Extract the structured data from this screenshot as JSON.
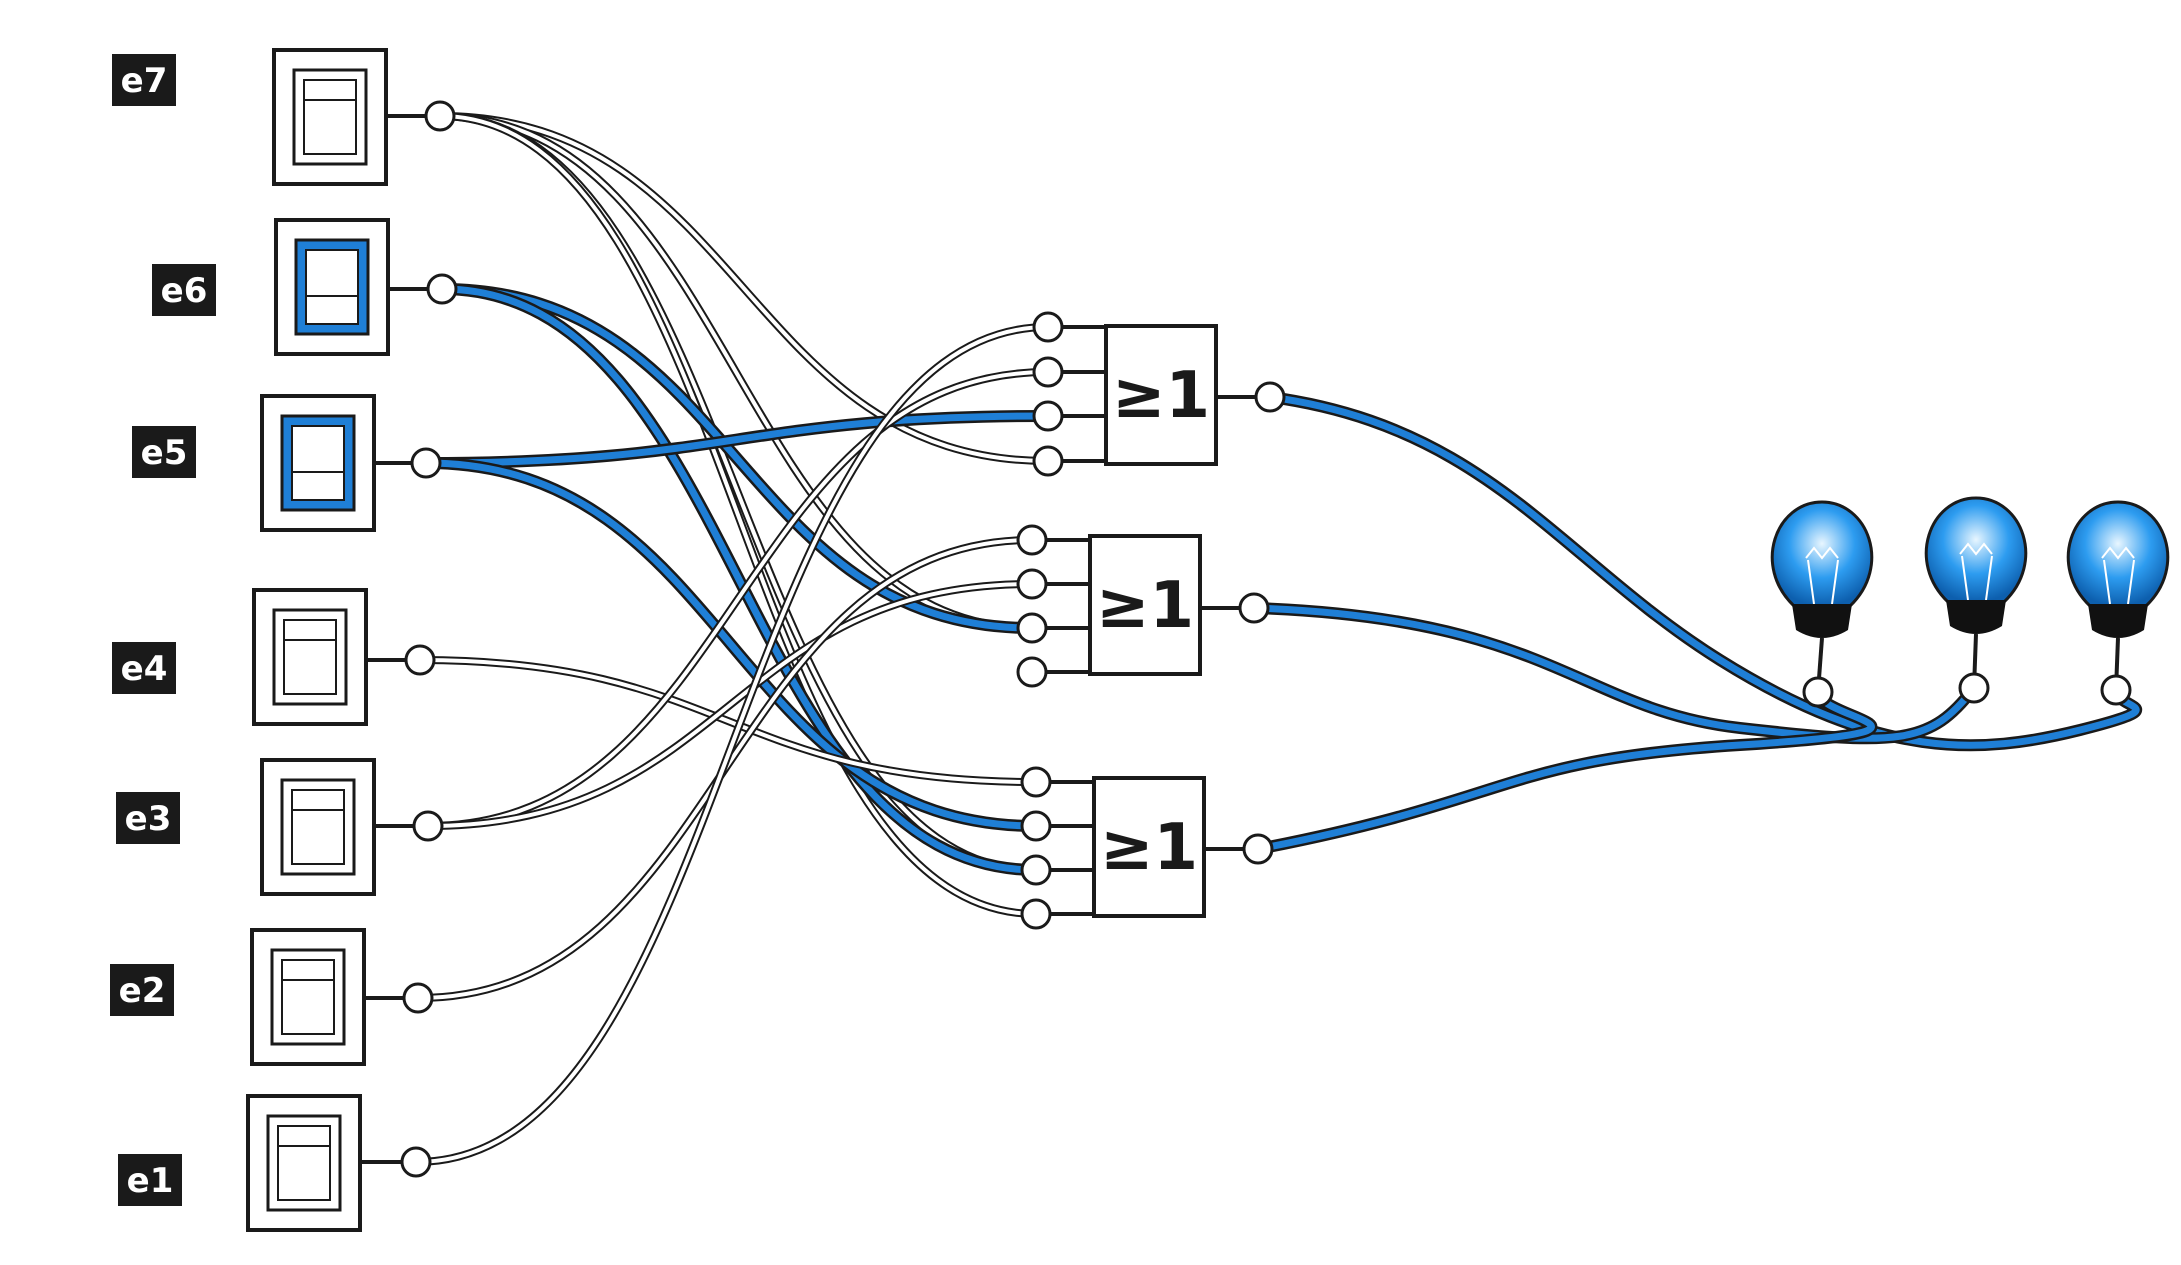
{
  "colors": {
    "on": "#1f7fd6",
    "off": "#ffffff",
    "outline": "#1a1a1a",
    "bulb": "#2d9cf0"
  },
  "switches": [
    {
      "label": "e7",
      "state": "off"
    },
    {
      "label": "e6",
      "state": "on"
    },
    {
      "label": "e5",
      "state": "on"
    },
    {
      "label": "e4",
      "state": "off"
    },
    {
      "label": "e3",
      "state": "off"
    },
    {
      "label": "e2",
      "state": "off"
    },
    {
      "label": "e1",
      "state": "off"
    }
  ],
  "gates": [
    {
      "symbol": "≥1",
      "output": "on"
    },
    {
      "symbol": "≥1",
      "output": "on"
    },
    {
      "symbol": "≥1",
      "output": "on"
    }
  ],
  "bulbs": [
    {
      "state": "on"
    },
    {
      "state": "on"
    },
    {
      "state": "on"
    }
  ],
  "connections": [
    {
      "from": "e7",
      "gate": 1,
      "pin": 4,
      "state": "off"
    },
    {
      "from": "e7",
      "gate": 2,
      "pin": 3,
      "state": "off"
    },
    {
      "from": "e7",
      "gate": 3,
      "pin": 3,
      "state": "off"
    },
    {
      "from": "e7",
      "gate": 3,
      "pin": 4,
      "state": "off"
    },
    {
      "from": "e6",
      "gate": 2,
      "pin": 3,
      "state": "on"
    },
    {
      "from": "e6",
      "gate": 3,
      "pin": 3,
      "state": "on"
    },
    {
      "from": "e5",
      "gate": 1,
      "pin": 3,
      "state": "on"
    },
    {
      "from": "e5",
      "gate": 3,
      "pin": 2,
      "state": "on"
    },
    {
      "from": "e4",
      "gate": 3,
      "pin": 1,
      "state": "off"
    },
    {
      "from": "e3",
      "gate": 1,
      "pin": 2,
      "state": "off"
    },
    {
      "from": "e3",
      "gate": 2,
      "pin": 2,
      "state": "off"
    },
    {
      "from": "e2",
      "gate": 2,
      "pin": 1,
      "state": "off"
    },
    {
      "from": "e1",
      "gate": 1,
      "pin": 1,
      "state": "off"
    }
  ],
  "outputs": [
    {
      "gate": 1,
      "bulb": 3,
      "state": "on"
    },
    {
      "gate": 2,
      "bulb": 2,
      "state": "on"
    },
    {
      "gate": 3,
      "bulb": 1,
      "state": "on"
    }
  ]
}
